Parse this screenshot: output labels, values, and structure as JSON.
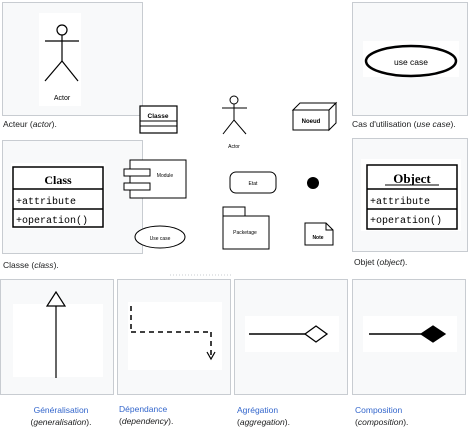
{
  "actor_label": "Actor",
  "usecase_label": "use case",
  "class_name": "Class",
  "class_attribute": "+attribute",
  "class_operation": "+operation()",
  "object_name": "Object",
  "object_attribute": "+attribute",
  "object_operation": "+operation()",
  "center": {
    "classe": "Classe",
    "actor": "Actor",
    "noeud": "Noeud",
    "module": "Module",
    "etat": "Etat",
    "usecase": "Use case",
    "packetage": "Packetage",
    "note": "Note"
  },
  "captions": {
    "acteur": {
      "text": "Acteur (",
      "em": "actor",
      "after": ")."
    },
    "cas": {
      "text": "Cas d'utilisation (",
      "em": "use case",
      "after": ")."
    },
    "classe": {
      "text": "Classe (",
      "em": "class",
      "after": ")."
    },
    "objet": {
      "text": "Objet (",
      "em": "object",
      "after": ")."
    },
    "generalisation": {
      "link": "Généralisation",
      "text": "(",
      "em": "generalisation",
      "after": ")."
    },
    "dependance": {
      "link": "Dépendance",
      "text": "(",
      "em": "dependency",
      "after": ")."
    },
    "agregation": {
      "link": "Agrégation",
      "text": "(",
      "em": "aggregation",
      "after": ")."
    },
    "composition": {
      "link": "Composition",
      "text": "(",
      "em": "composition",
      "after": ")."
    }
  }
}
